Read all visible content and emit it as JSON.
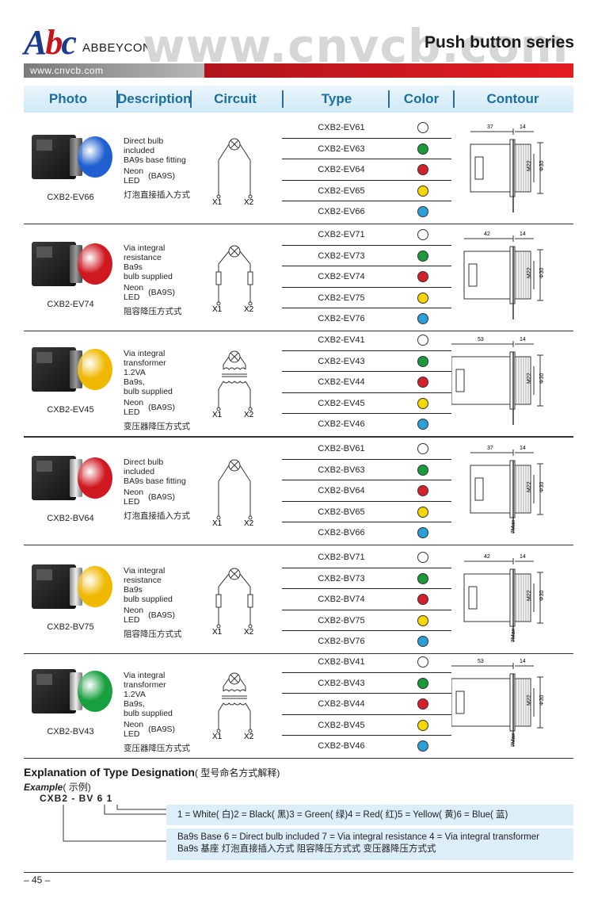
{
  "header": {
    "logo_text": "Abc",
    "brand": "ABBEYCON",
    "watermark": "www.cnvcb.com",
    "series_title": "Push button series",
    "url": "www.cnvcb.com"
  },
  "table_headers": {
    "photo": "Photo",
    "description": "Description",
    "circuit": "Circuit",
    "type": "Type",
    "color": "Color",
    "contour": "Contour"
  },
  "groups": [
    {
      "photo_label": "CXB2-EV66",
      "desc_lines": [
        "Direct bulb",
        "included",
        "BA9s base fitting"
      ],
      "neon": "Neon",
      "led": "LED",
      "base": "(BA9S)",
      "cn": "灯泡直接插入方式",
      "types": [
        "CXB2-EV61",
        "CXB2-EV63",
        "CXB2-EV64",
        "CXB2-EV65",
        "CXB2-EV66"
      ],
      "dims": [
        "37",
        "14",
        "M22",
        "Φ30"
      ]
    },
    {
      "photo_label": "CXB2-EV74",
      "desc_lines": [
        "Via integral",
        "resistance",
        "Ba9s",
        "bulb supplied"
      ],
      "neon": "Neon",
      "led": "LED",
      "base": "(BA9S)",
      "cn": "阻容降压方式式",
      "types": [
        "CXB2-EV71",
        "CXB2-EV73",
        "CXB2-EV74",
        "CXB2-EV75",
        "CXB2-EV76"
      ],
      "dims": [
        "42",
        "14",
        "M22",
        "Φ30"
      ]
    },
    {
      "photo_label": "CXB2-EV45",
      "desc_lines": [
        "Via integral",
        "transformer",
        "1.2VA",
        "Ba9s,",
        "bulb supplied"
      ],
      "neon": "Neon",
      "led": "LED",
      "base": "(BA9S)",
      "cn": "变压器降压方式式",
      "types": [
        "CXB2-EV41",
        "CXB2-EV43",
        "CXB2-EV44",
        "CXB2-EV45",
        "CXB2-EV46"
      ],
      "dims": [
        "53",
        "14",
        "M22",
        "Φ30"
      ]
    },
    {
      "photo_label": "CXB2-BV64",
      "desc_lines": [
        "Direct bulb",
        "included",
        "BA9s base fitting"
      ],
      "neon": "Neon",
      "led": "LED",
      "base": "(BA9S)",
      "cn": "灯泡直接插入方式",
      "types": [
        "CXB2-BV61",
        "CXB2-BV63",
        "CXB2-BV64",
        "CXB2-BV65",
        "CXB2-BV66"
      ],
      "dims": [
        "37",
        "14",
        "M22",
        "Φ30",
        "7Max"
      ]
    },
    {
      "photo_label": "CXB2-BV75",
      "desc_lines": [
        "Via integral",
        "resistance",
        "Ba9s",
        "bulb supplied"
      ],
      "neon": "Neon",
      "led": "LED",
      "base": "(BA9S)",
      "cn": "阻容降压方式式",
      "types": [
        "CXB2-BV71",
        "CXB2-BV73",
        "CXB2-BV74",
        "CXB2-BV75",
        "CXB2-BV76"
      ],
      "dims": [
        "42",
        "14",
        "M22",
        "Φ30",
        "7Max"
      ]
    },
    {
      "photo_label": "CXB2-BV43",
      "desc_lines": [
        "Via integral",
        "transformer",
        "1.2VA",
        "Ba9s,",
        "bulb supplied"
      ],
      "neon": "Neon",
      "led": "LED",
      "base": "(BA9S)",
      "cn": "变压器降压方式式",
      "types": [
        "CXB2-BV41",
        "CXB2-BV43",
        "CXB2-BV44",
        "CXB2-BV45",
        "CXB2-BV46"
      ],
      "dims": [
        "53",
        "14",
        "M22",
        "Φ30",
        "7Max"
      ]
    }
  ],
  "circuit_terminals": [
    "X1",
    "X2"
  ],
  "color_sequence": [
    "#ffffff",
    "#1a9a3a",
    "#d4202a",
    "#f4d800",
    "#2a9fd8"
  ],
  "lens_colors": [
    "#1f5fd0",
    "#d01820",
    "#f0b800",
    "#d01820",
    "#f0b800",
    "#18a040"
  ],
  "explanation": {
    "title": "Explanation of Type Designation",
    "title_cn": "( 型号命名方式解释)",
    "example": "Example",
    "example_cn": "( 示例)",
    "code": "CXB2 - BV 6 1",
    "color_legend": "1 = White( 白)2 = Black( 黑)3 = Green( 绿)4 = Red( 红)5 = Yellow( 黄)6 = Blue( 蓝)",
    "base_line_en": "Ba9s Base      6 = Direct bulb included   7 = Via integral resistance   4 = Via integral transformer",
    "base_line_cn": "Ba9s 基座             灯泡直接插入方式                   阻容降压方式式                     变压器降压方式式"
  },
  "page_number": "– 45 –"
}
